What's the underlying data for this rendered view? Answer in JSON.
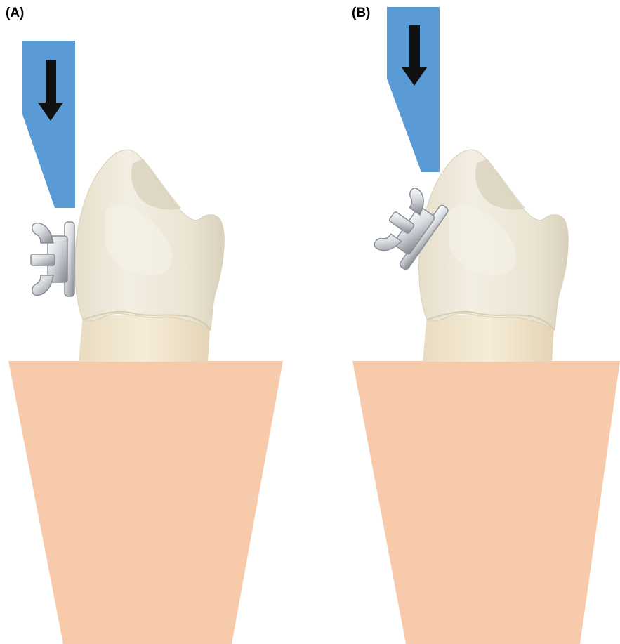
{
  "panels": [
    {
      "label": "(A)"
    },
    {
      "label": "(B)"
    }
  ],
  "colors": {
    "indenter": "#5b9bd5",
    "arrow": "#111111",
    "base": "#f7caac",
    "enamel": "#efeadb",
    "enamel_shadow": "#ddd6c2",
    "root": "#f3e7cf",
    "bracket_light": "#eef0f2",
    "bracket_dark": "#8a8f96"
  },
  "icons": [
    "down-arrow-icon",
    "bracket-icon",
    "tooth-crown"
  ]
}
